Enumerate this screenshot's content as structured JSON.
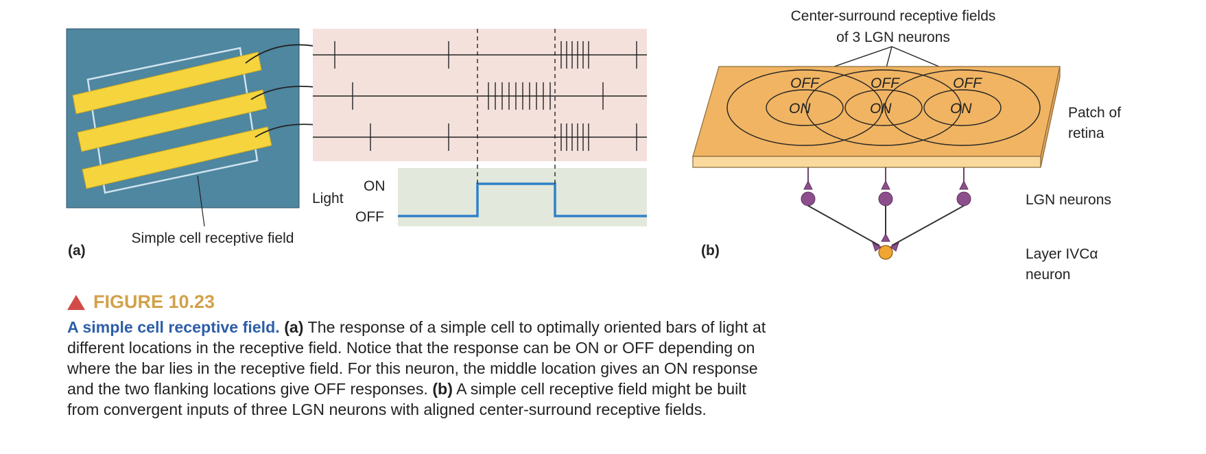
{
  "panel_a": {
    "label": "(a)",
    "rf_label": "Simple cell receptive field",
    "light_label": "Light",
    "on_label": "ON",
    "off_label": "OFF"
  },
  "panel_b": {
    "label": "(b)",
    "title_line1": "Center-surround receptive fields",
    "title_line2": "of 3 LGN neurons",
    "off_labels": [
      "OFF",
      "OFF",
      "OFF"
    ],
    "on_labels": [
      "ON",
      "ON",
      "ON"
    ],
    "patch_line1": "Patch of",
    "patch_line2": "retina",
    "lgn_label": "LGN neurons",
    "layer_line1": "Layer IVCα",
    "layer_line2": "neuron"
  },
  "caption": {
    "figure_label": "FIGURE 10.23",
    "lead": "A simple cell receptive field.",
    "part_a": "(a)",
    "text_a": " The response of a simple cell to optimally oriented bars of light at different locations in the receptive field. Notice that the response can be ON or OFF depending on where the bar lies in the receptive field. For this neuron, the middle location gives an ON response and the two flanking locations give OFF responses.",
    "part_b": "(b)",
    "text_b": " A simple cell receptive field might be built from convergent inputs of three LGN neurons with aligned center-surround receptive fields."
  },
  "colors": {
    "rf_background": "#4f86a0",
    "bar_yellow": "#f5d43e",
    "spike_panel": "#f4e1dc",
    "light_panel": "#e2e8dc",
    "light_trace": "#2f80c8",
    "retina": "#f0b463",
    "neuron": "#8c4f8c",
    "ivc_neuron": "#f0a633"
  }
}
